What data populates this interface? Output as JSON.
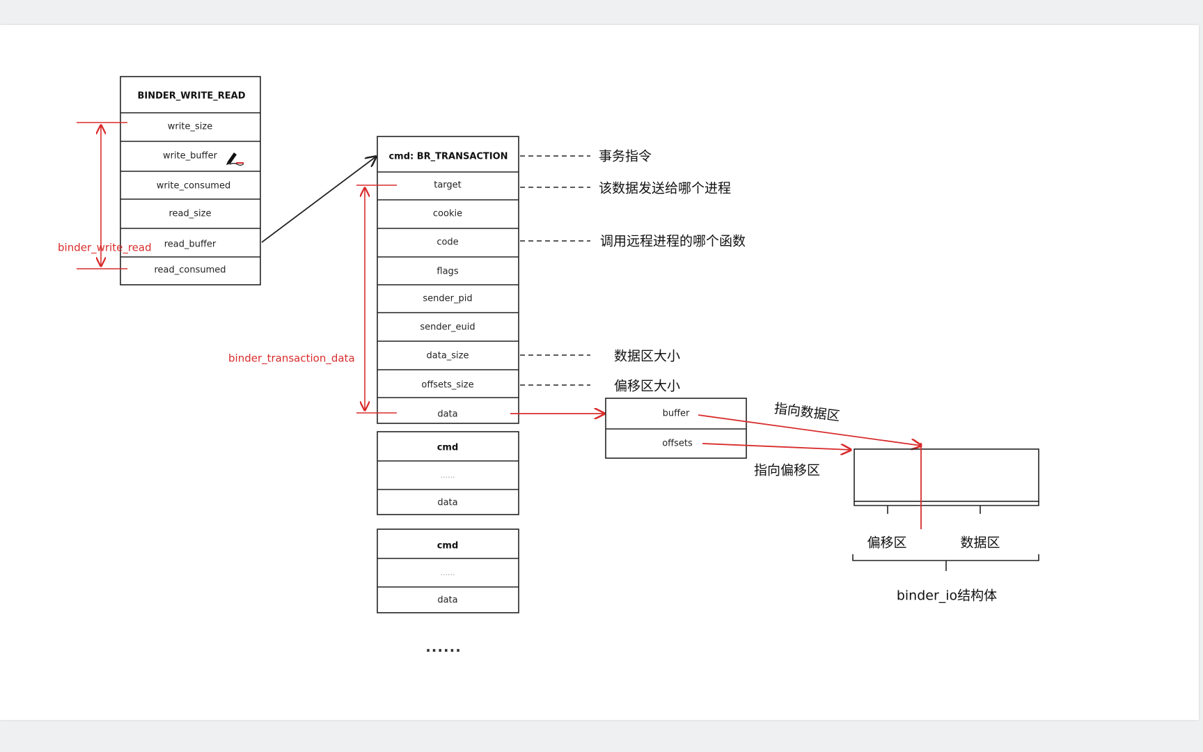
{
  "binder_write_read": {
    "header": "BINDER_WRITE_READ",
    "fields": [
      "write_size",
      "write_buffer",
      "write_consumed",
      "read_size",
      "read_buffer",
      "read_consumed"
    ],
    "label": "binder_write_read"
  },
  "transaction": {
    "header": "cmd: BR_TRANSACTION",
    "fields": [
      "target",
      "cookie",
      "code",
      "flags",
      "sender_pid",
      "sender_euid",
      "data_size",
      "offsets_size",
      "data"
    ],
    "label": "binder_transaction_data"
  },
  "annotations": {
    "cmd": "事务指令",
    "target": "该数据发送给哪个进程",
    "code": "调用远程进程的哪个函数",
    "data_size": "数据区大小",
    "offsets_size": "偏移区大小"
  },
  "cmd_blocks": [
    {
      "cmd": "cmd",
      "dots": "......",
      "data": "data"
    },
    {
      "cmd": "cmd",
      "dots": "......",
      "data": "data"
    }
  ],
  "ellipsis": "......",
  "pointer_box": {
    "buffer": "buffer",
    "offsets": "offsets"
  },
  "pointer_labels": {
    "to_data": "指向数据区",
    "to_offsets": "指向偏移区"
  },
  "binder_io": {
    "offset_region": "偏移区",
    "data_region": "数据区",
    "label": "binder_io结构体"
  },
  "colors": {
    "red": "#d92b2b",
    "line": "#222222"
  }
}
